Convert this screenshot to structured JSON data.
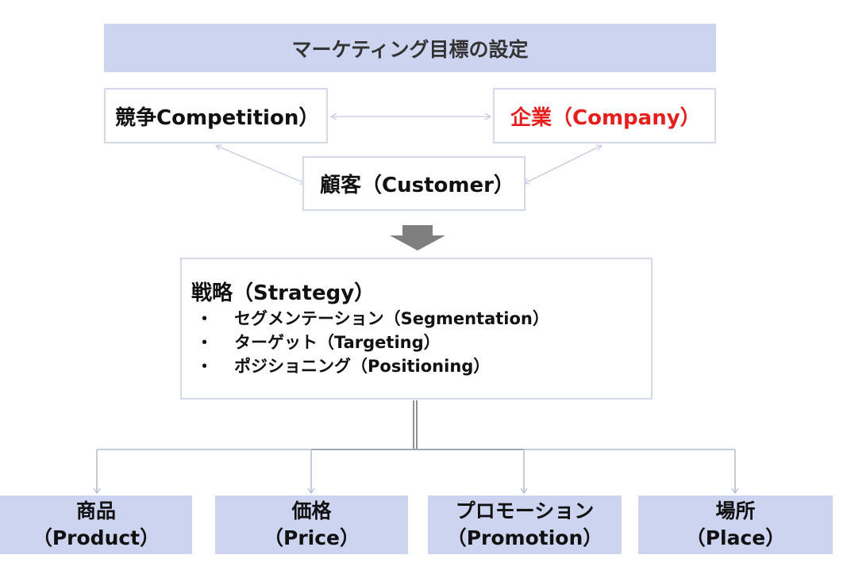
{
  "title": "マーケティング目標の設定",
  "three_c": {
    "competition": "競争Competition）",
    "company": "企業（Company）",
    "customer": "顧客（Customer）"
  },
  "strategy": {
    "title": "戦略（Strategy）",
    "bullet": "・",
    "items": [
      "セグメンテーション（Segmentation）",
      "ターゲット（Targeting）",
      "ポジショニング（Positioning）"
    ]
  },
  "marketing_mix": [
    {
      "label_ja": "商品",
      "label_en": "（Product）"
    },
    {
      "label_ja": "価格",
      "label_en": "（Price）"
    },
    {
      "label_ja": "プロモーション",
      "label_en": "（Promotion）"
    },
    {
      "label_ja": "場所",
      "label_en": "（Place）"
    }
  ],
  "colors": {
    "header_fill": "#cdd4ef",
    "box_border": "#d4d9ee",
    "company_text": "#e51e1e",
    "connector": "#c5cbe0",
    "down_arrow": "#7f7f7f",
    "trunk_line": "#808080"
  }
}
